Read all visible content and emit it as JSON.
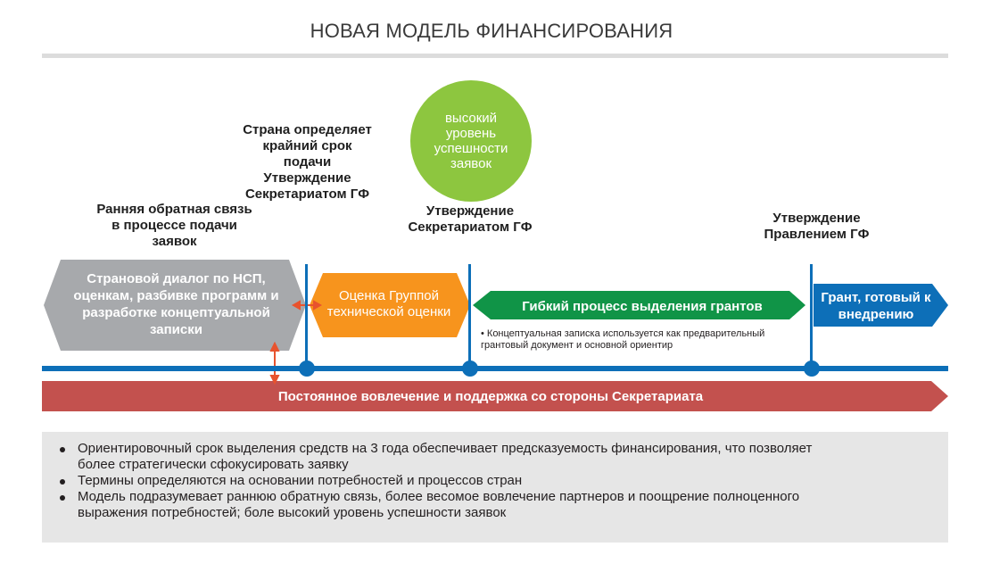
{
  "title": "НОВАЯ МОДЕЛЬ ФИНАНСИРОВАНИЯ",
  "milestones": {
    "early_feedback": "Ранняя обратная связь в процессе подачи заявок",
    "country_deadline": "Страна определяет крайний срок подачи Утверждение Секретариатом ГФ",
    "secretariat_approval": "Утверждение Секретариатом ГФ",
    "board_approval": "Утверждение Правлением ГФ"
  },
  "success_circle": "высокий уровень успешности заявок",
  "stages": {
    "country_dialogue": "Страновой диалог по НСП, оценкам, разбивке программ и разработке концептуальной записки",
    "trp_review": "Оценка Группой технической оценки",
    "grant_making": "Гибкий процесс выделения грантов",
    "grant_ready": "Грант, готовый к внедрению"
  },
  "note": "• Концептуальная записка используется как предварительный грантовый документ и основной ориентир",
  "ongoing_support": "Постоянное вовлечение и поддержка со стороны Секретариата",
  "bullets": [
    "Ориентировочный срок выделения средств на 3 года обеспечивает предсказуемость финансирования, что позволяет более стратегически сфокусировать заявку",
    "Термины определяются на основании потребностей и процессов стран",
    "Модель подразумевает раннюю обратную связь, более весомое вовлечение партнеров и поощрение полноценного выражения потребностей; боле высокий уровень успешности заявок"
  ],
  "colors": {
    "grey": "#a7a9ac",
    "orange": "#f7941d",
    "green": "#109447",
    "blue": "#0d6fb8",
    "red": "#c3514e",
    "lime": "#8dc63f",
    "connector": "#e8532e"
  }
}
